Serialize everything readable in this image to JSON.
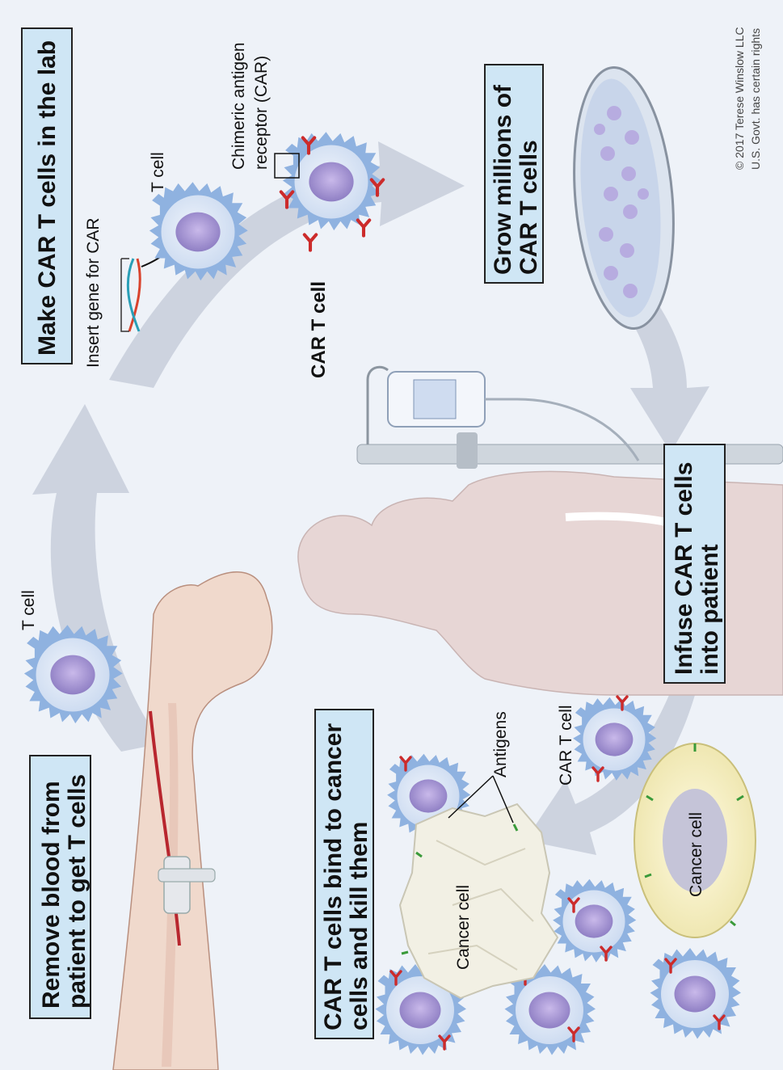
{
  "steps": {
    "step1": [
      "Remove blood from",
      "patient to get T cells"
    ],
    "step2": "Make CAR T cells in the lab",
    "step3": [
      "Grow millions of",
      "CAR T cells"
    ],
    "step4": [
      "Infuse CAR T cells",
      "into patient"
    ],
    "step5": [
      "CAR T cells bind to cancer",
      "cells and kill them"
    ]
  },
  "labels": {
    "t_cell_blood": "T cell",
    "insert_gene": "Insert gene for CAR",
    "t_cell_lab": "T cell",
    "car_receptor": [
      "Chimeric antigen",
      "receptor (CAR)"
    ],
    "car_t_cell_lab": "CAR T cell",
    "car_t_cell_patient": "CAR T cell",
    "antigens": "Antigens",
    "cancer_cell_dead": "Cancer cell",
    "cancer_cell_live": "Cancer cell"
  },
  "copyright": [
    "© 2017 Terese Winslow LLC",
    "U.S. Govt. has certain rights"
  ],
  "colors": {
    "background": "#eef2f8",
    "box_fill": "#cfe6f5",
    "cycle_arrow": "#c7ceda",
    "tcell_membrane": "#8fb2e0",
    "tcell_nucleus": "#a99ad0",
    "car_receptor": "#cc2b2b",
    "antigen": "#3a9a3a",
    "cancer_cell": "#f5f0c8"
  }
}
